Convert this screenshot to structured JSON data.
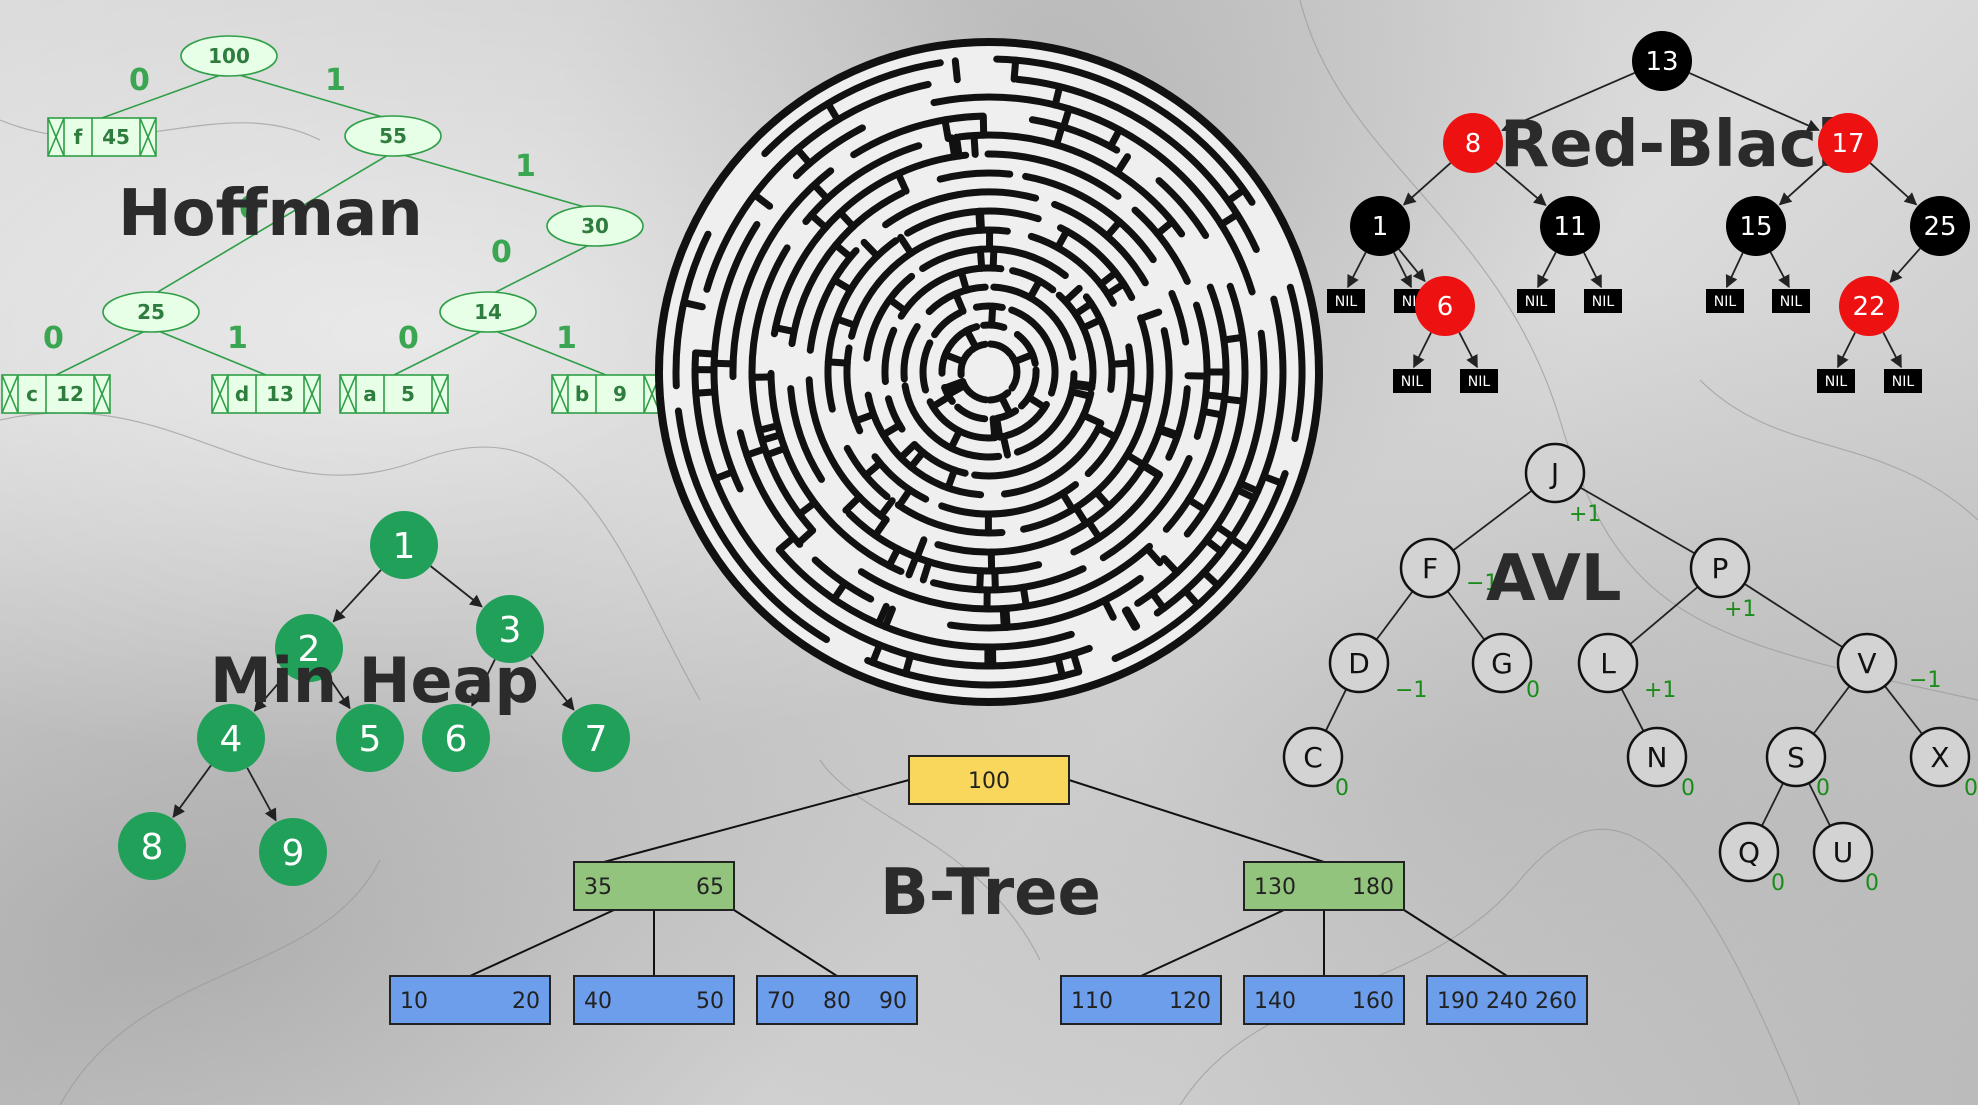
{
  "titles": {
    "huffman": "Hoffman",
    "min_heap": "Min Heap",
    "red_black": "Red-Black",
    "avl": "AVL",
    "btree": "B-Tree"
  },
  "colors": {
    "huffman_green": "#2e9e47",
    "heap_green": "#21a05a",
    "rb_red": "#ee1111",
    "rb_black": "#000000",
    "avl_fill": "#d3d3d3",
    "avl_balance": "#1a8c1a",
    "btree_root": "#f9d65c",
    "btree_inner": "#93c47d",
    "btree_leaf": "#6d9eeb"
  },
  "huffman": {
    "nodes": [
      {
        "id": "n100",
        "value": "100"
      },
      {
        "id": "n55",
        "value": "55"
      },
      {
        "id": "n30",
        "value": "30"
      },
      {
        "id": "n25",
        "value": "25"
      },
      {
        "id": "n14",
        "value": "14"
      }
    ],
    "leaves": [
      {
        "id": "f",
        "char": "f",
        "freq": "45"
      },
      {
        "id": "c",
        "char": "c",
        "freq": "12"
      },
      {
        "id": "d",
        "char": "d",
        "freq": "13"
      },
      {
        "id": "a",
        "char": "a",
        "freq": "5"
      },
      {
        "id": "b",
        "char": "b",
        "freq": "9"
      }
    ],
    "edges": [
      {
        "from": "n100",
        "to": "f",
        "bit": "0"
      },
      {
        "from": "n100",
        "to": "n55",
        "bit": "1"
      },
      {
        "from": "n55",
        "to": "n25",
        "bit": "0"
      },
      {
        "from": "n55",
        "to": "n30",
        "bit": "1"
      },
      {
        "from": "n30",
        "to": "n14",
        "bit": "0"
      },
      {
        "from": "n25",
        "to": "c",
        "bit": "0"
      },
      {
        "from": "n25",
        "to": "d",
        "bit": "1"
      },
      {
        "from": "n14",
        "to": "a",
        "bit": "0"
      },
      {
        "from": "n14",
        "to": "b",
        "bit": "1"
      }
    ]
  },
  "min_heap": {
    "nodes": [
      "1",
      "2",
      "3",
      "4",
      "5",
      "6",
      "7",
      "8",
      "9"
    ],
    "edges": [
      [
        "1",
        "2"
      ],
      [
        "1",
        "3"
      ],
      [
        "2",
        "4"
      ],
      [
        "2",
        "5"
      ],
      [
        "3",
        "6"
      ],
      [
        "3",
        "7"
      ],
      [
        "4",
        "8"
      ],
      [
        "4",
        "9"
      ]
    ]
  },
  "red_black": {
    "nodes": [
      {
        "id": "13",
        "label": "13",
        "color": "black"
      },
      {
        "id": "8",
        "label": "8",
        "color": "red"
      },
      {
        "id": "17",
        "label": "17",
        "color": "red"
      },
      {
        "id": "1",
        "label": "1",
        "color": "black"
      },
      {
        "id": "11",
        "label": "11",
        "color": "black"
      },
      {
        "id": "15",
        "label": "15",
        "color": "black"
      },
      {
        "id": "25",
        "label": "25",
        "color": "black"
      },
      {
        "id": "6",
        "label": "6",
        "color": "red"
      },
      {
        "id": "22",
        "label": "22",
        "color": "red"
      }
    ],
    "nil_label": "NIL",
    "nil_count": 10,
    "edges": [
      [
        "13",
        "8"
      ],
      [
        "13",
        "17"
      ],
      [
        "8",
        "1"
      ],
      [
        "8",
        "11"
      ],
      [
        "17",
        "15"
      ],
      [
        "17",
        "25"
      ],
      [
        "1",
        "6"
      ],
      [
        "25",
        "22"
      ]
    ]
  },
  "avl": {
    "nodes": [
      {
        "id": "J",
        "balance": "+1"
      },
      {
        "id": "F",
        "balance": "−1"
      },
      {
        "id": "P",
        "balance": "+1"
      },
      {
        "id": "D",
        "balance": "−1"
      },
      {
        "id": "G",
        "balance": "0"
      },
      {
        "id": "L",
        "balance": "+1"
      },
      {
        "id": "V",
        "balance": "−1"
      },
      {
        "id": "C",
        "balance": "0"
      },
      {
        "id": "N",
        "balance": "0"
      },
      {
        "id": "S",
        "balance": "0"
      },
      {
        "id": "X",
        "balance": "0"
      },
      {
        "id": "Q",
        "balance": "0"
      },
      {
        "id": "U",
        "balance": "0"
      }
    ],
    "edges": [
      [
        "J",
        "F"
      ],
      [
        "J",
        "P"
      ],
      [
        "F",
        "D"
      ],
      [
        "F",
        "G"
      ],
      [
        "P",
        "L"
      ],
      [
        "P",
        "V"
      ],
      [
        "D",
        "C"
      ],
      [
        "L",
        "N"
      ],
      [
        "V",
        "S"
      ],
      [
        "V",
        "X"
      ],
      [
        "S",
        "Q"
      ],
      [
        "S",
        "U"
      ]
    ]
  },
  "btree": {
    "root": [
      "100"
    ],
    "internal": [
      [
        "35",
        "65"
      ],
      [
        "130",
        "180"
      ]
    ],
    "leaves": [
      [
        "10",
        "20"
      ],
      [
        "40",
        "50"
      ],
      [
        "70",
        "80",
        "90"
      ],
      [
        "110",
        "120"
      ],
      [
        "140",
        "160"
      ],
      [
        "190",
        "240",
        "260"
      ]
    ]
  }
}
